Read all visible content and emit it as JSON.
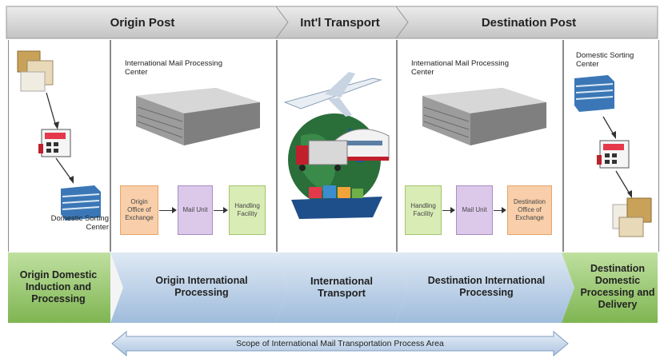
{
  "headers": {
    "origin_post": "Origin Post",
    "intl_transport": "Int'l Transport",
    "destination_post": "Destination Post"
  },
  "origin_panel": {
    "center_label": "International Mail Processing Center",
    "boxes": [
      "Origin Office of Exchange",
      "Mail Unit",
      "Handling Facility"
    ]
  },
  "destination_panel": {
    "center_label": "International Mail Processing Center",
    "boxes": [
      "Handling Facility",
      "Mail Unit",
      "Destination Office of Exchange"
    ]
  },
  "left_panel": {
    "sorting_center": "Domestic Sorting Center"
  },
  "right_panel": {
    "sorting_center": "Domestic Sorting Center"
  },
  "stages": [
    "Origin Domestic Induction and Processing",
    "Origin International Processing",
    "International Transport",
    "Destination International Processing",
    "Destination Domestic Processing and Delivery"
  ],
  "scope_label": "Scope of International Mail Transportation Process Area",
  "colors": {
    "header": "#d0d0d0",
    "stage_green": "#8cc063",
    "stage_blue": "#a9c3df",
    "orange_box": "#f8cfaa",
    "purple_box": "#dcc9ea",
    "green_box": "#d9ecb6"
  }
}
